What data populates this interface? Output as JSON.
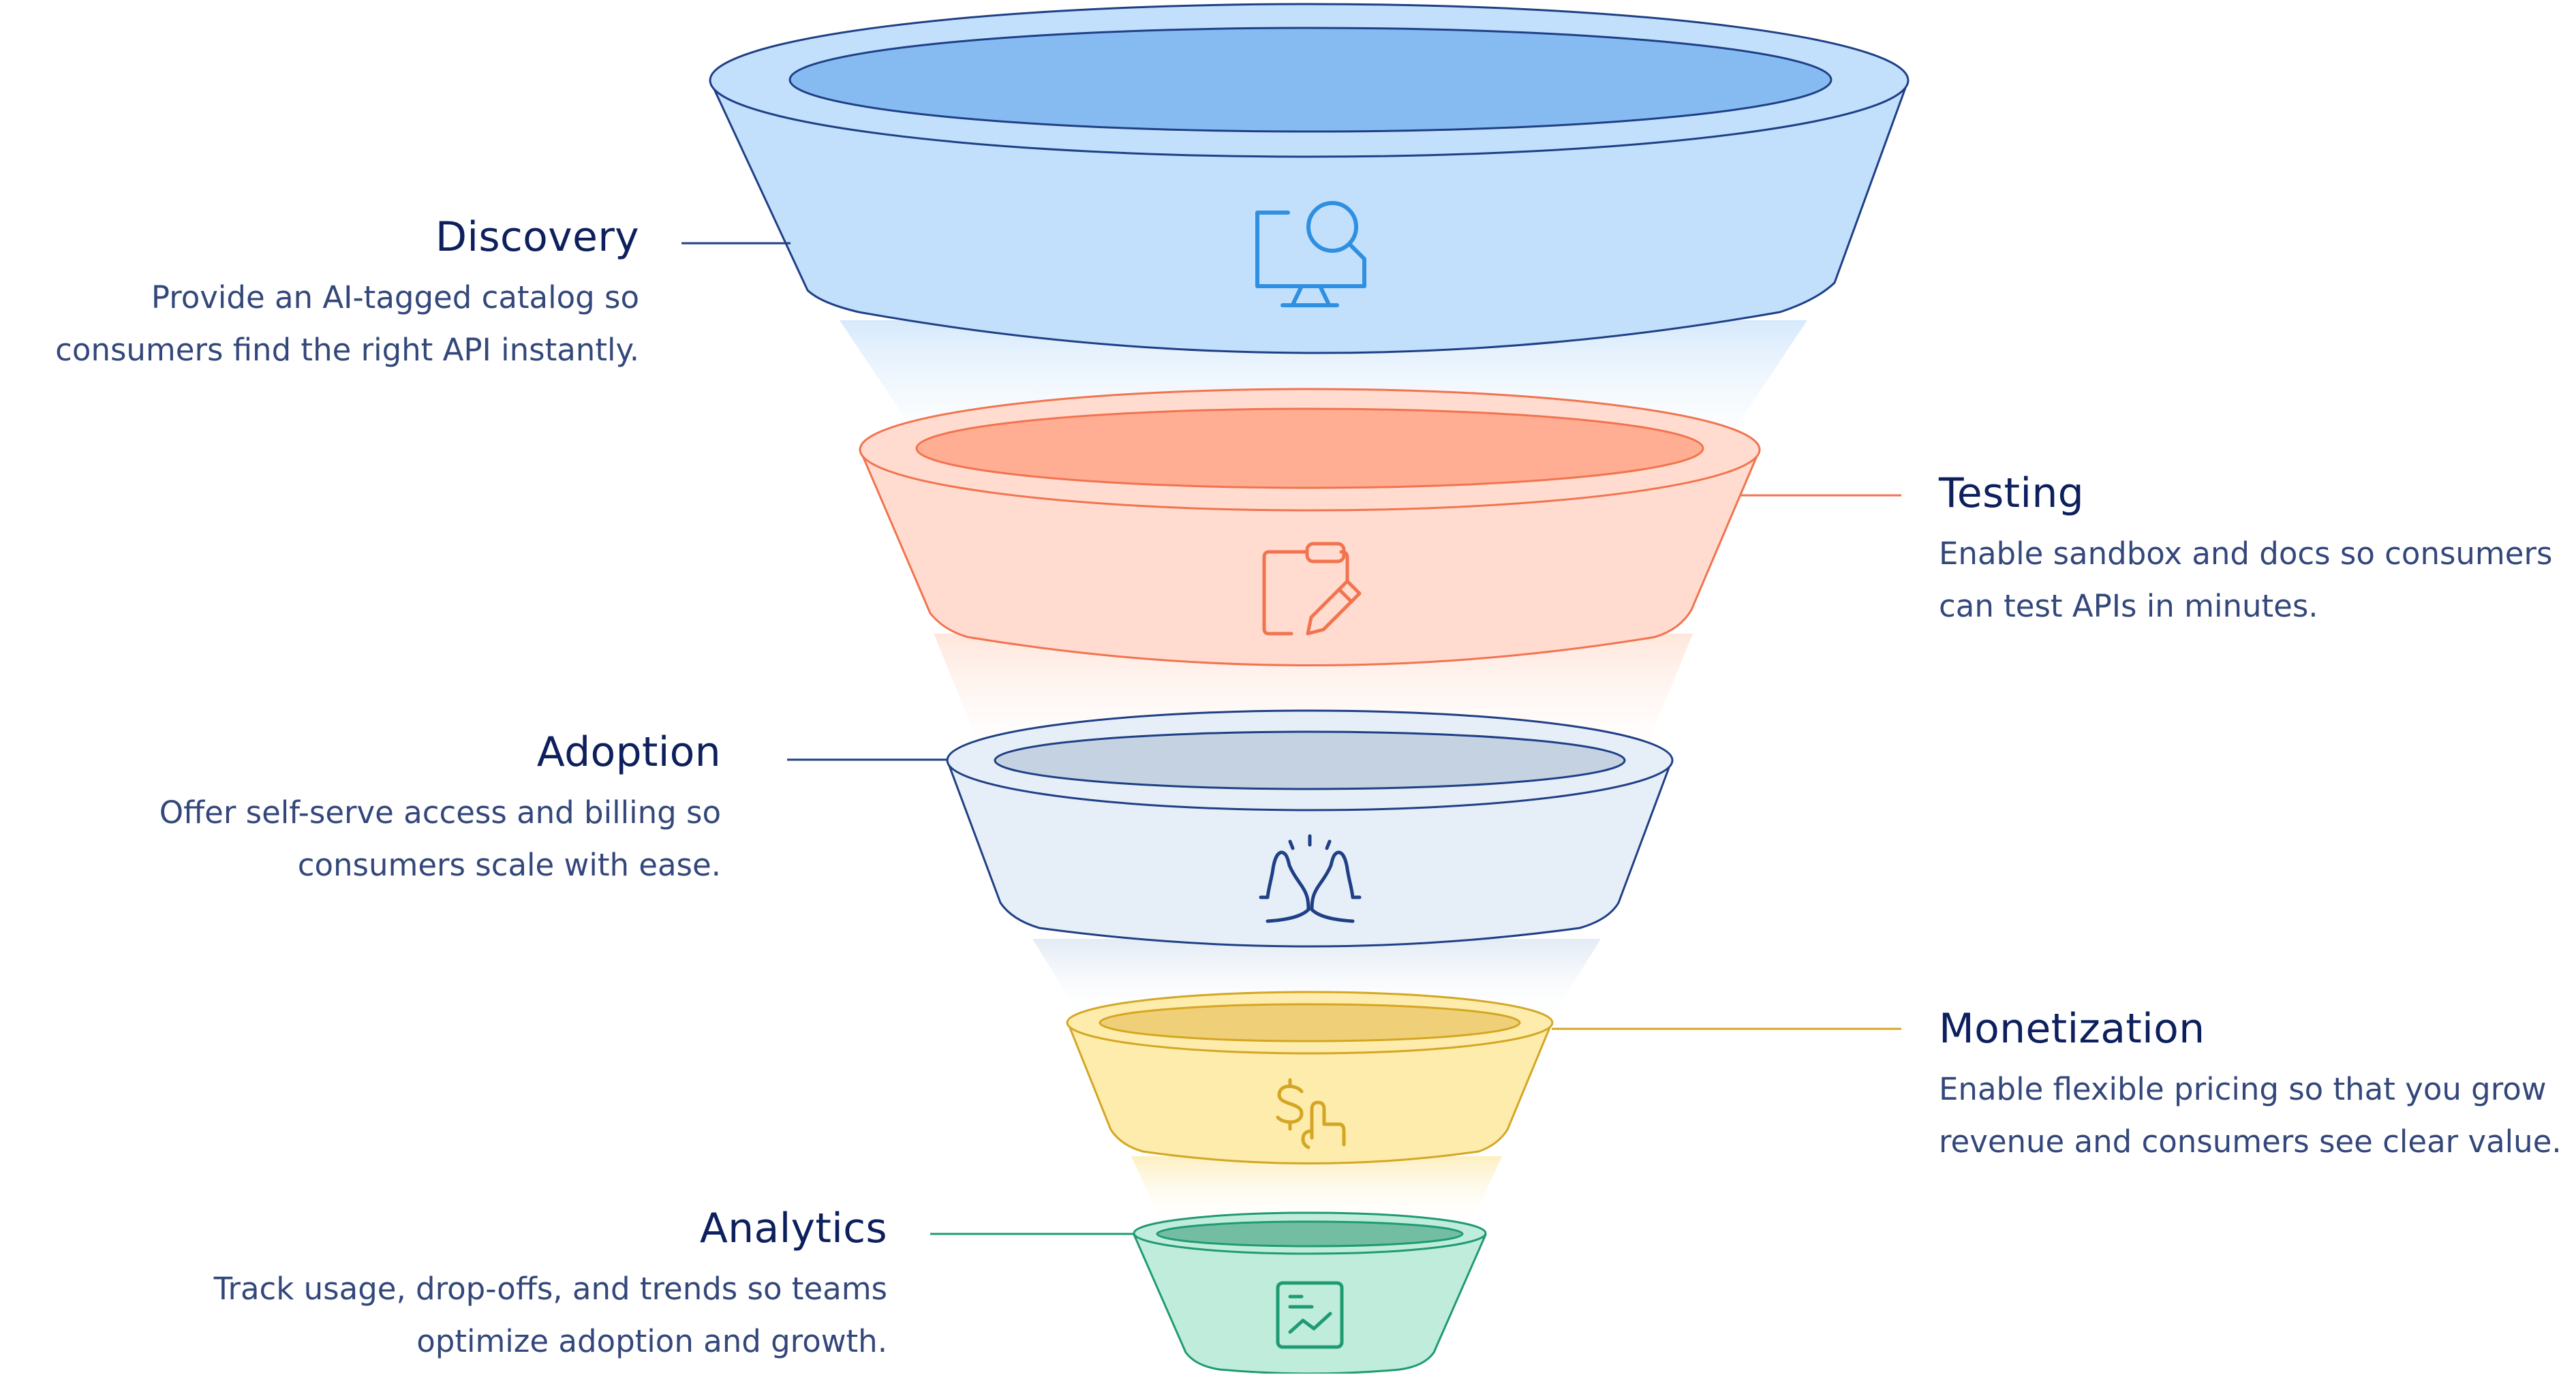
{
  "stages": [
    {
      "id": "discovery",
      "title": "Discovery",
      "description": "Provide an AI-tagged catalog so consumers find the right API instantly.",
      "side": "left",
      "icon": "monitor-search-icon",
      "color": "#2f8fe0",
      "fill": "#c2e0fc",
      "inner_fill": "#86bbf2",
      "outline": "#1f3f86"
    },
    {
      "id": "testing",
      "title": "Testing",
      "description": "Enable sandbox and docs so consumers can test APIs in minutes.",
      "side": "right",
      "icon": "clipboard-edit-icon",
      "color": "#f2734f",
      "fill": "#ffdccf",
      "inner_fill": "#ffae93",
      "outline": "#f2734f"
    },
    {
      "id": "adoption",
      "title": "Adoption",
      "description": "Offer self-serve access and billing so consumers scale with ease.",
      "side": "left",
      "icon": "high-five-icon",
      "color": "#1f3f86",
      "fill": "#e6eff8",
      "inner_fill": "#c4d2e1",
      "outline": "#1f3f86"
    },
    {
      "id": "monetization",
      "title": "Monetization",
      "description": "Enable flexible pricing so that you grow revenue and consumers see clear value.",
      "side": "right",
      "icon": "dollar-tap-icon",
      "color": "#d4a623",
      "fill": "#fdecab",
      "inner_fill": "#f0cf79",
      "outline": "#d4a623"
    },
    {
      "id": "analytics",
      "title": "Analytics",
      "description": "Track usage, drop-offs, and trends so teams optimize adoption and growth.",
      "side": "left",
      "icon": "report-chart-icon",
      "color": "#1f9b73",
      "fill": "#c0ecdc",
      "inner_fill": "#73bea3",
      "outline": "#1f9b73"
    }
  ],
  "colors": {
    "title_text": "#0d1f5c",
    "description_text": "#33477a"
  }
}
